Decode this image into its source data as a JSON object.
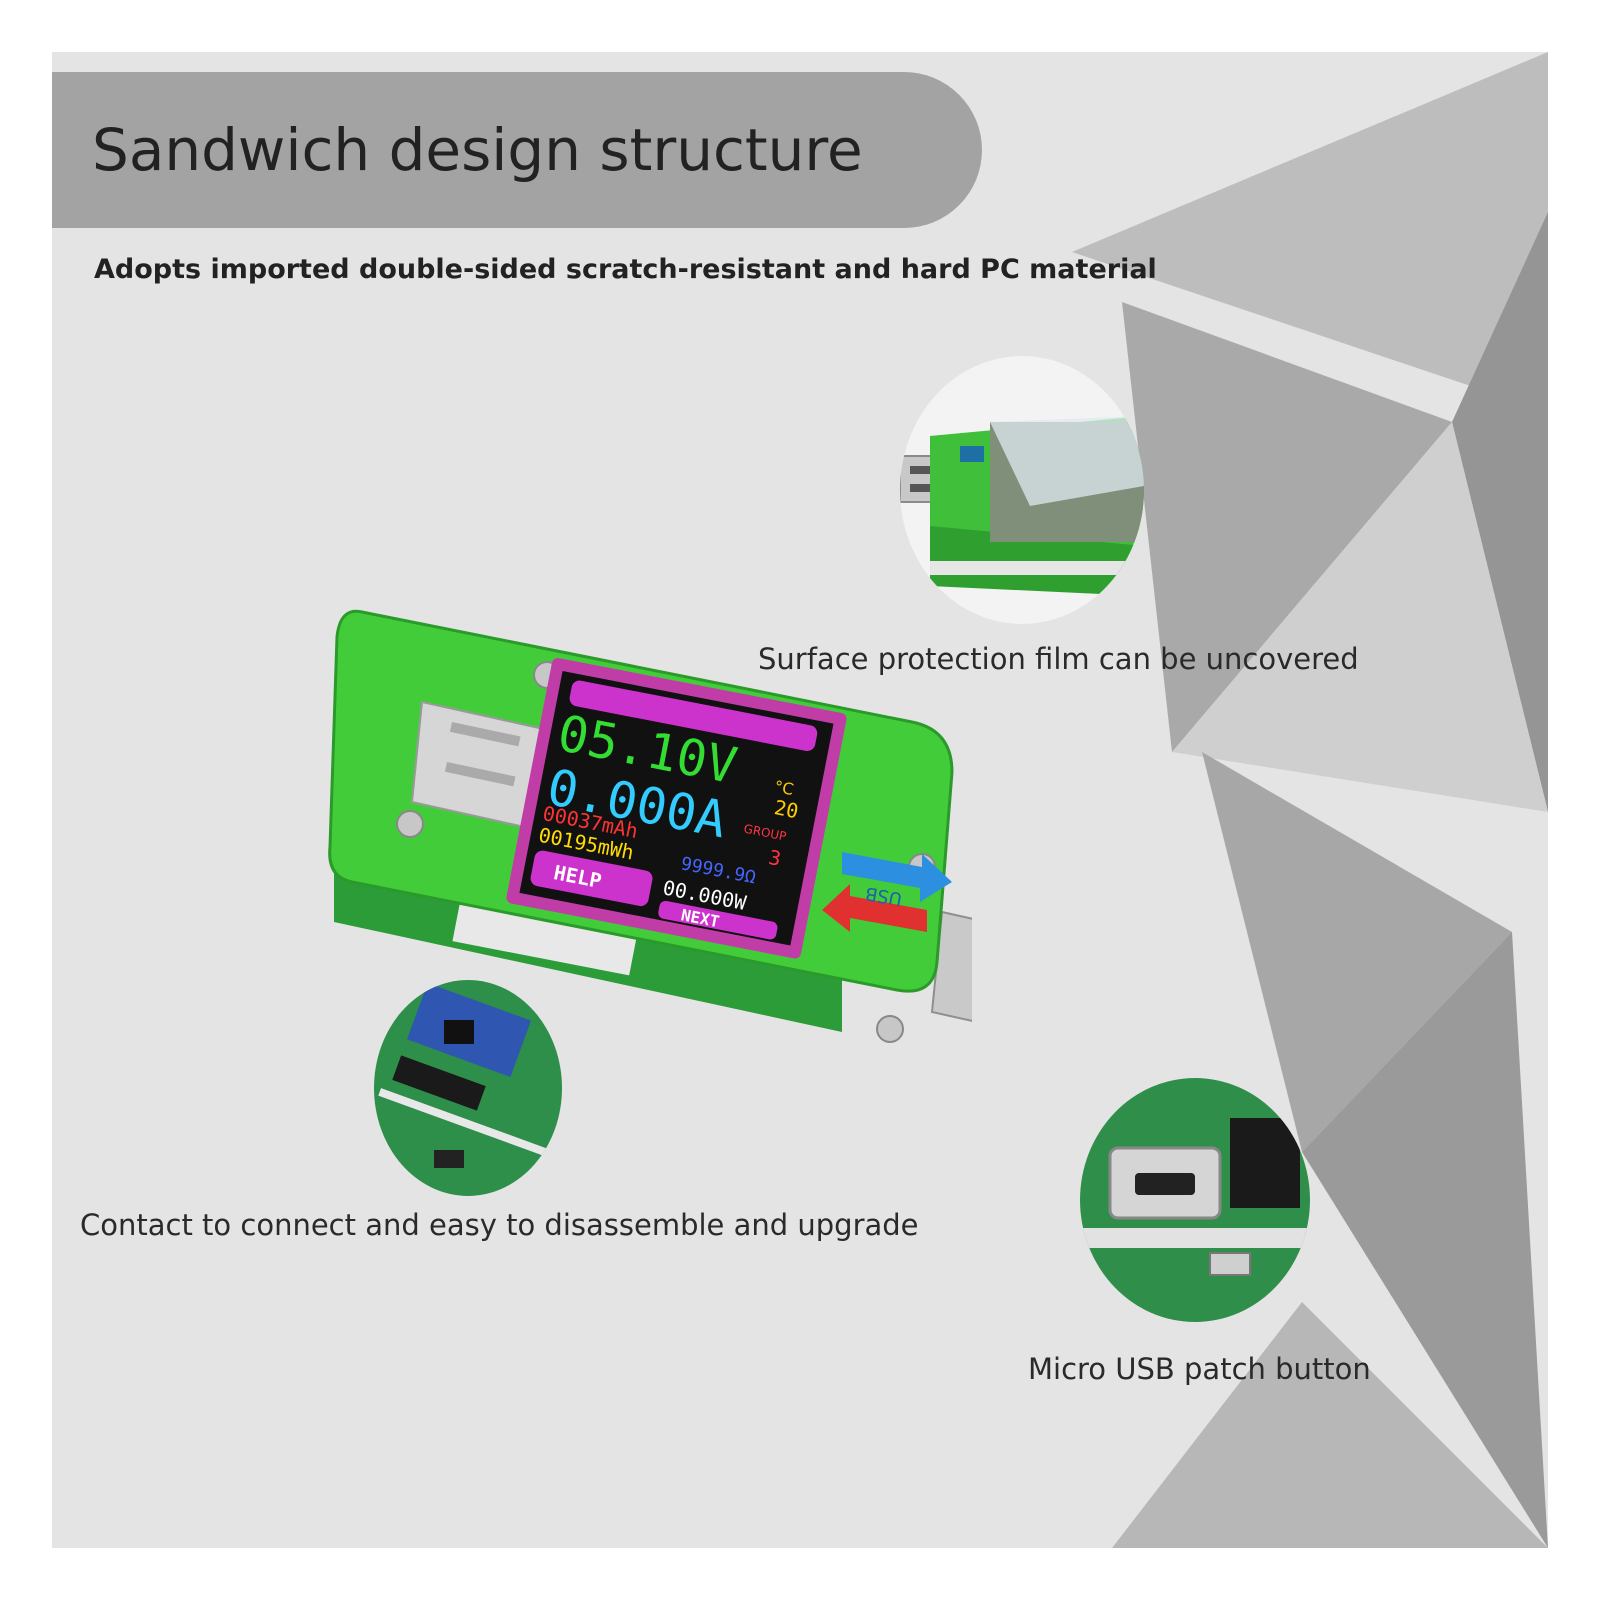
{
  "header": {
    "title": "Sandwich design structure",
    "subtitle": "Adopts imported double-sided scratch-resistant and hard PC material"
  },
  "captions": {
    "film": "Surface protection film can be uncovered",
    "contact": "Contact to connect and easy to disassemble and upgrade",
    "micro_usb": "Micro USB patch button"
  },
  "device_screen": {
    "voltage": "05.10V",
    "current": "0.000A",
    "capacity": "00037mAh",
    "energy": "00195mWh",
    "resistance": "9999.9Ω",
    "power": "00.000W",
    "temperature_unit": "°C",
    "temperature": "20",
    "group_label": "GROUP",
    "group_value": "3",
    "help_label": "HELP",
    "next_label": "NEXT",
    "usb_label": "USB"
  },
  "colors": {
    "background": "#e4e4e4",
    "banner": "#a3a3a3",
    "pcb_green": "#3fcf3a",
    "screen_magenta": "#cc33cc",
    "voltage_green": "#33dd33",
    "current_cyan": "#33ccff"
  }
}
